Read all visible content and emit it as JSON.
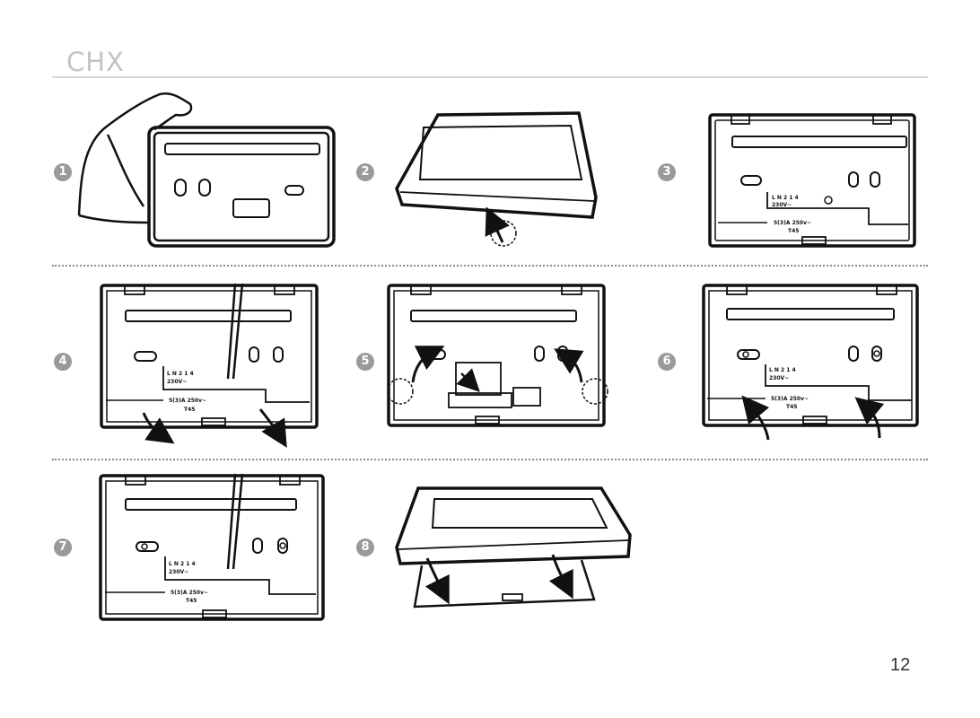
{
  "header": {
    "brand": "CHX"
  },
  "page_number": "12",
  "steps": [
    "1",
    "2",
    "3",
    "4",
    "5",
    "6",
    "7",
    "8"
  ],
  "terminal_labels": {
    "row1": "L  N       2  1  4",
    "row2": "230V~",
    "rating": "5(3)A 250v~",
    "temp": "T45"
  }
}
